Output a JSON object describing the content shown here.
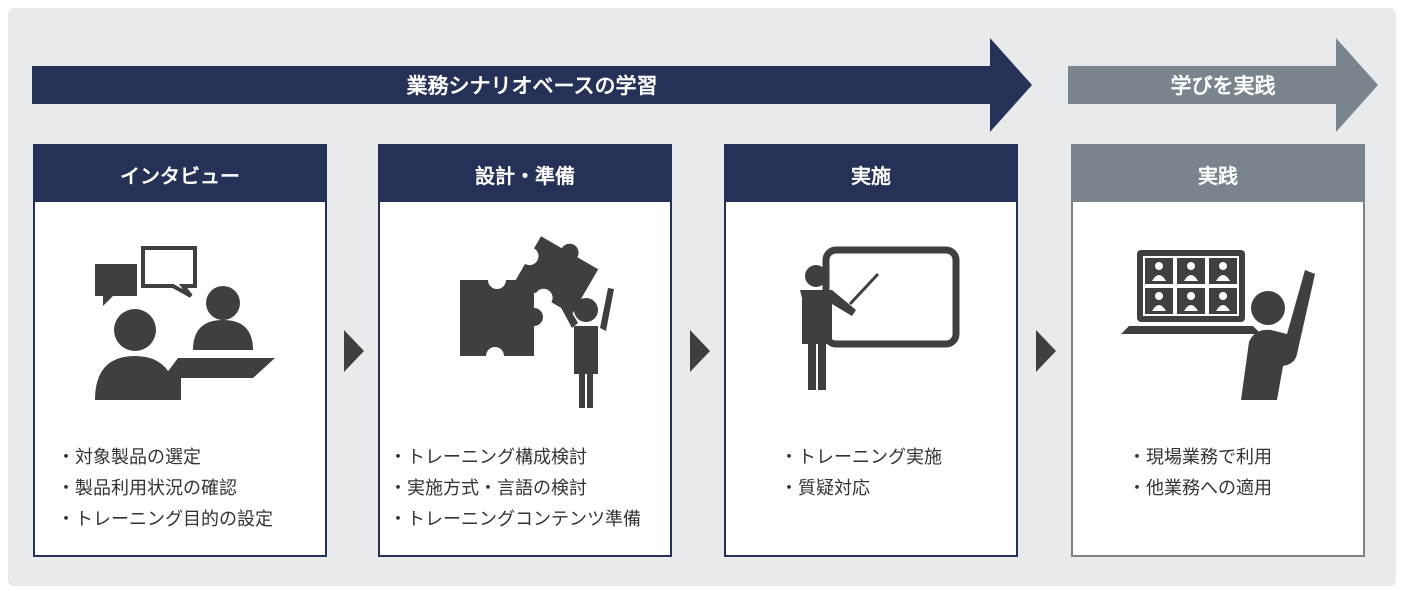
{
  "top_banners": {
    "learning": {
      "label": "業務シナリオベースの学習",
      "color": "#263157"
    },
    "practice": {
      "label": "学びを実践",
      "color": "#7a848d"
    }
  },
  "cards": [
    {
      "title": "インタビュー",
      "icon": "interview-icon",
      "items": [
        "・対象製品の選定",
        "・製品利用状況の確認",
        "・トレーニング目的の設定"
      ]
    },
    {
      "title": "設計・準備",
      "icon": "puzzle-person-icon",
      "items": [
        "・トレーニング構成検討",
        "・実施方式・言語の検討",
        "・トレーニングコンテンツ準備"
      ]
    },
    {
      "title": "実施",
      "icon": "presenter-whiteboard-icon",
      "items": [
        "・トレーニング実施",
        "・質疑対応"
      ]
    },
    {
      "title": "実践",
      "icon": "video-conference-participant-icon",
      "items": [
        "・現場業務で利用",
        "・他業務への適用"
      ]
    }
  ],
  "colors": {
    "navy": "#263157",
    "gray": "#7a848d",
    "icon": "#3f3f3f",
    "panel": "#e9eaec"
  }
}
